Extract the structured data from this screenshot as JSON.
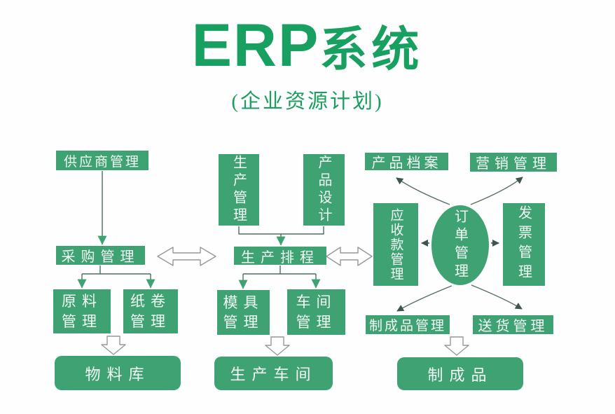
{
  "title": {
    "en": "ERP",
    "cn": "系统",
    "subtitle": "(企业资源计划)"
  },
  "colors": {
    "node_green": "#3fa273",
    "title_green": "#17a05f",
    "connector_dark": "#44665a",
    "arrowhead_green": "#3fa273",
    "hollow_arrow_outline": "#979797"
  },
  "nodes": {
    "supplier": "供应商管理",
    "purchasing": "采购管理",
    "raw_material": {
      "l1": "原料",
      "l2": "管理"
    },
    "paper_roll": {
      "l1": "纸卷",
      "l2": "管理"
    },
    "material_warehouse": "物料库",
    "production_mgmt": "生产管理",
    "product_design": "产品设计",
    "production_scheduling": "生产排程",
    "mold": {
      "l1": "模具",
      "l2": "管理"
    },
    "workshop": {
      "l1": "车间",
      "l2": "管理"
    },
    "production_workshop": "生产车间",
    "product_archive": "产品档案",
    "marketing": "营销管理",
    "receivables": "应收款管理",
    "order_mgmt": "订单管理",
    "invoice": "发票管理",
    "finished_goods_mgmt": "制成品管理",
    "delivery": "送货管理",
    "finished_goods": "制成品"
  }
}
